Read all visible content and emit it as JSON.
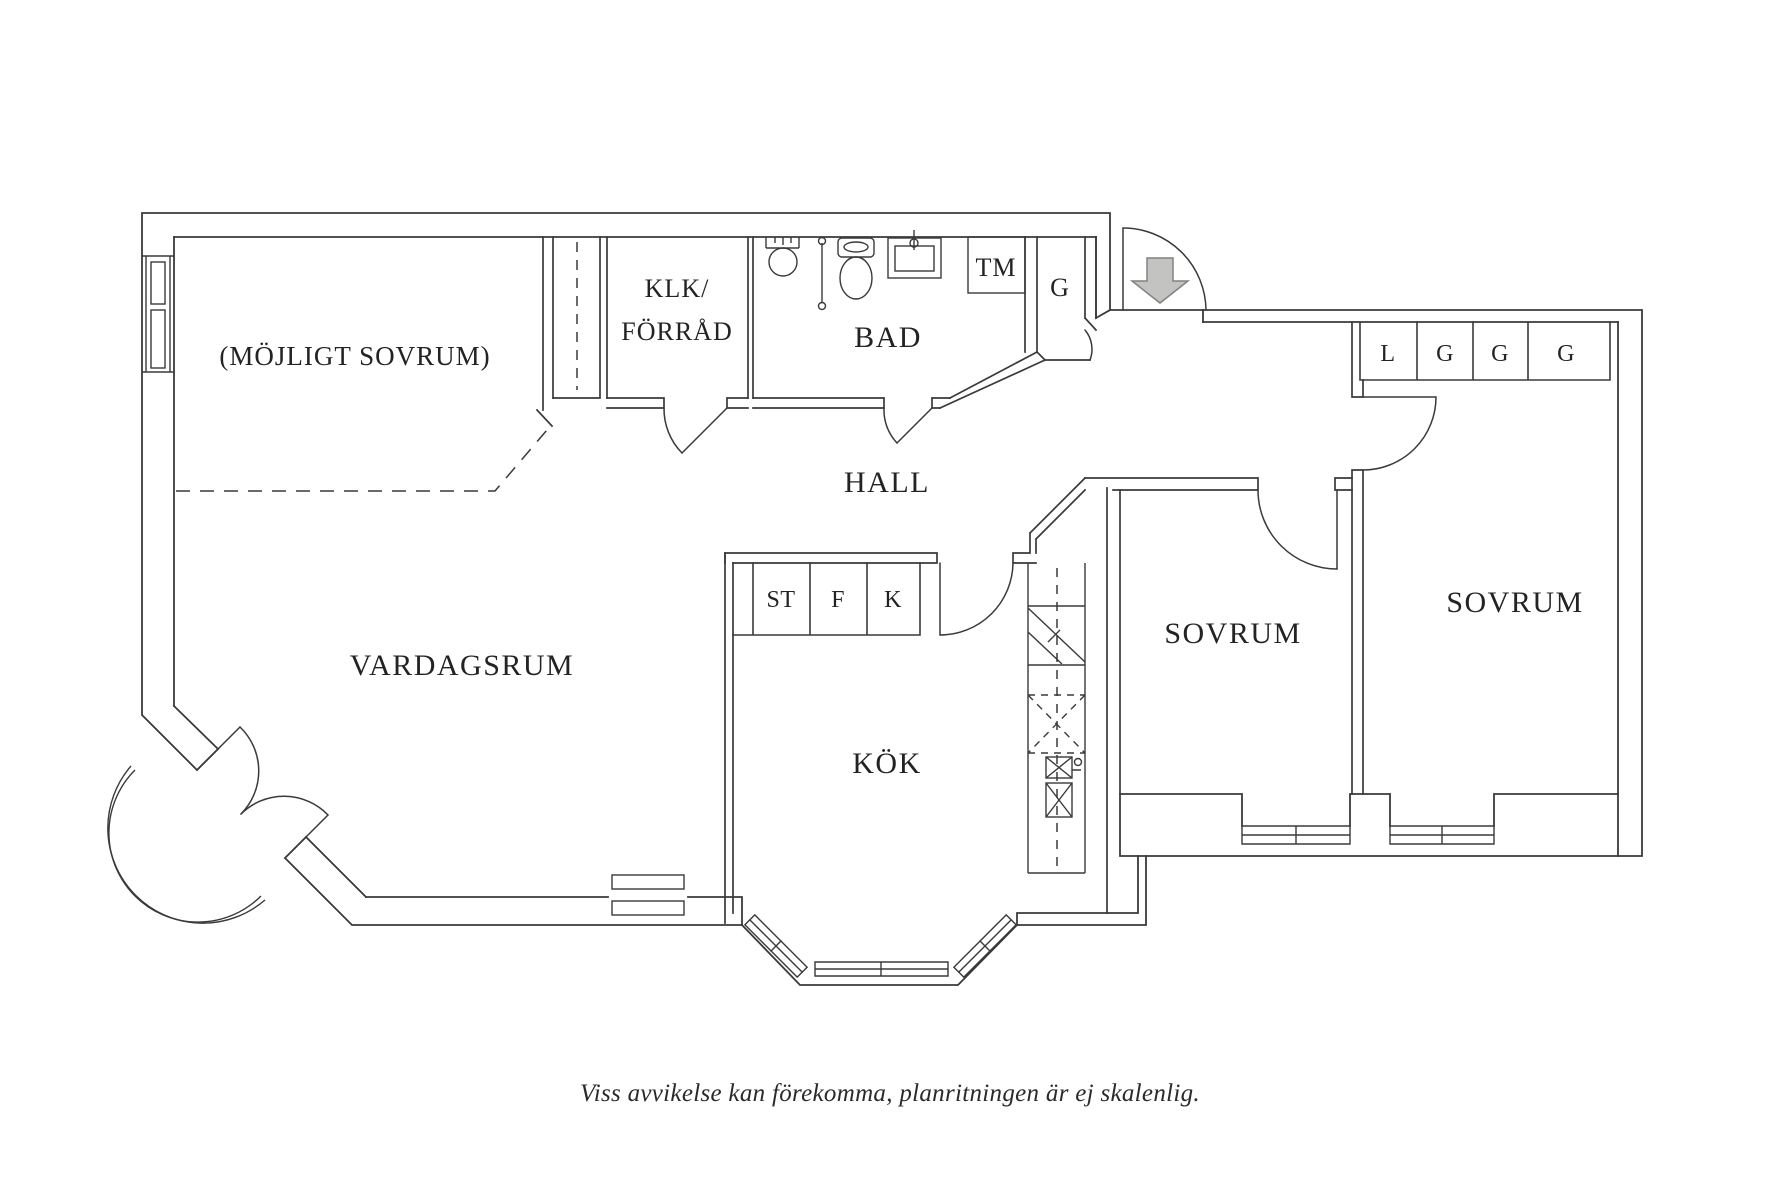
{
  "colors": {
    "background": "#ffffff",
    "line": "#3a3a3a",
    "text": "#232323",
    "arrow_fill": "#c3c3c1",
    "arrow_stroke": "#81817f"
  },
  "rooms": {
    "possible_bedroom": "(MÖJLIGT SOVRUM)",
    "closet_line1": "KLK/",
    "closet_line2": "FÖRRÅD",
    "bathroom": "BAD",
    "hall": "HALL",
    "living_room": "VARDAGSRUM",
    "kitchen": "KÖK",
    "bedroom_left": "SOVRUM",
    "bedroom_right": "SOVRUM"
  },
  "fixtures": {
    "washing_machine": "TM",
    "hall_wardrobe": "G"
  },
  "wardrobe_row": [
    "L",
    "G",
    "G",
    "G"
  ],
  "cabinet_row": [
    "ST",
    "F",
    "K"
  ],
  "disclaimer": "Viss avvikelse kan förekomma, planritningen är ej skalenlig."
}
